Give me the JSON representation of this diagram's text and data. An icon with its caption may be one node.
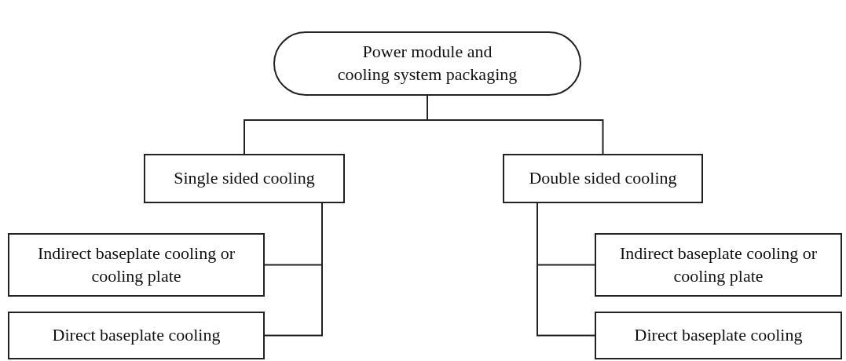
{
  "diagram": {
    "nodes": [
      {
        "text": [
          "Power module and cooling system packaging"
        ]
      },
      {
        "text": [
          "Single sided cooling"
        ]
      },
      {
        "text": [
          "Double sided cooling"
        ]
      },
      {
        "text": [
          "Indirect baseplate cooling or cooling plate"
        ]
      },
      {
        "text": [
          "Direct baseplate cooling"
        ]
      },
      {
        "text": [
          "Indirect baseplate cooling or cooling plate"
        ]
      },
      {
        "text": [
          "Direct baseplate cooling"
        ]
      }
    ],
    "edges": [
      {
        "from": 0,
        "to": 1,
        "arrow": "none"
      },
      {
        "from": 0,
        "to": 2,
        "arrow": "none"
      },
      {
        "from": 1,
        "to": 3,
        "arrow": "none"
      },
      {
        "from": 1,
        "to": 4,
        "arrow": "none"
      },
      {
        "from": 2,
        "to": 5,
        "arrow": "none"
      },
      {
        "from": 2,
        "to": 6,
        "arrow": "none"
      }
    ]
  }
}
